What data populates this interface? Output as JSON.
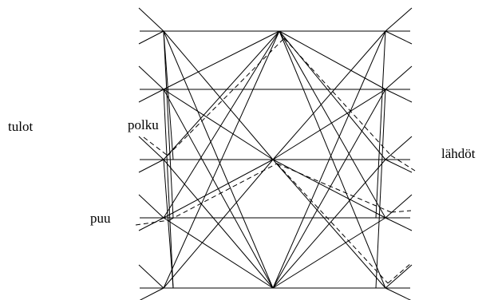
{
  "labels": {
    "inputs": "tulot",
    "path": "polku",
    "tree": "puu",
    "outputs": "lähdöt"
  },
  "colors": {
    "stroke": "#000000",
    "background": "#ffffff"
  }
}
